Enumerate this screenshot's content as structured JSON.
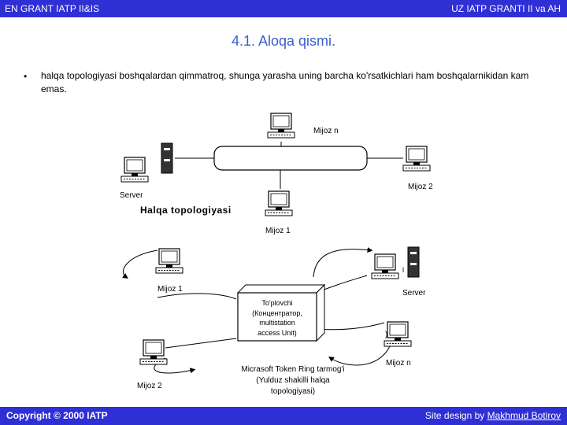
{
  "header": {
    "left": "EN GRANT IATP II&IS",
    "right": "UZ IATP GRANTI II va AH"
  },
  "title": "4.1. Aloqa qismi.",
  "bullet": {
    "marker": "•",
    "text": "halqa topologiyasi boshqalardan qimmatroq, shunga yarasha uning barcha ko'rsatkichlari ham boshqalarnikidan kam emas."
  },
  "ring_diagram": {
    "label_n": "Mijoz n",
    "label_2": "Mijoz 2",
    "label_server": "Server",
    "caption": "Halqa topologiyasi",
    "label_1": "Mijoz 1"
  },
  "star_diagram": {
    "label_1": "Mijoz 1",
    "label_server": "Server",
    "hub": [
      "To'plovchi",
      "(Концентратор,",
      "multistation",
      "access Unit)"
    ],
    "caption": [
      "Micrasoft Token Ring tarmog'i",
      "(Yulduz shakilli halqa",
      "topologiyasi)"
    ],
    "label_2": "Mijoz 2",
    "label_n": "Mijoz n",
    "mark_small": "l",
    "mark_paren": ")"
  },
  "footer": {
    "left": "Copyright © 2000 IATP",
    "right_prefix": "Site design by ",
    "right_link": "Makhmud Botirov"
  },
  "colors": {
    "bar": "#2f2fd6",
    "title": "#3a5fcd"
  }
}
